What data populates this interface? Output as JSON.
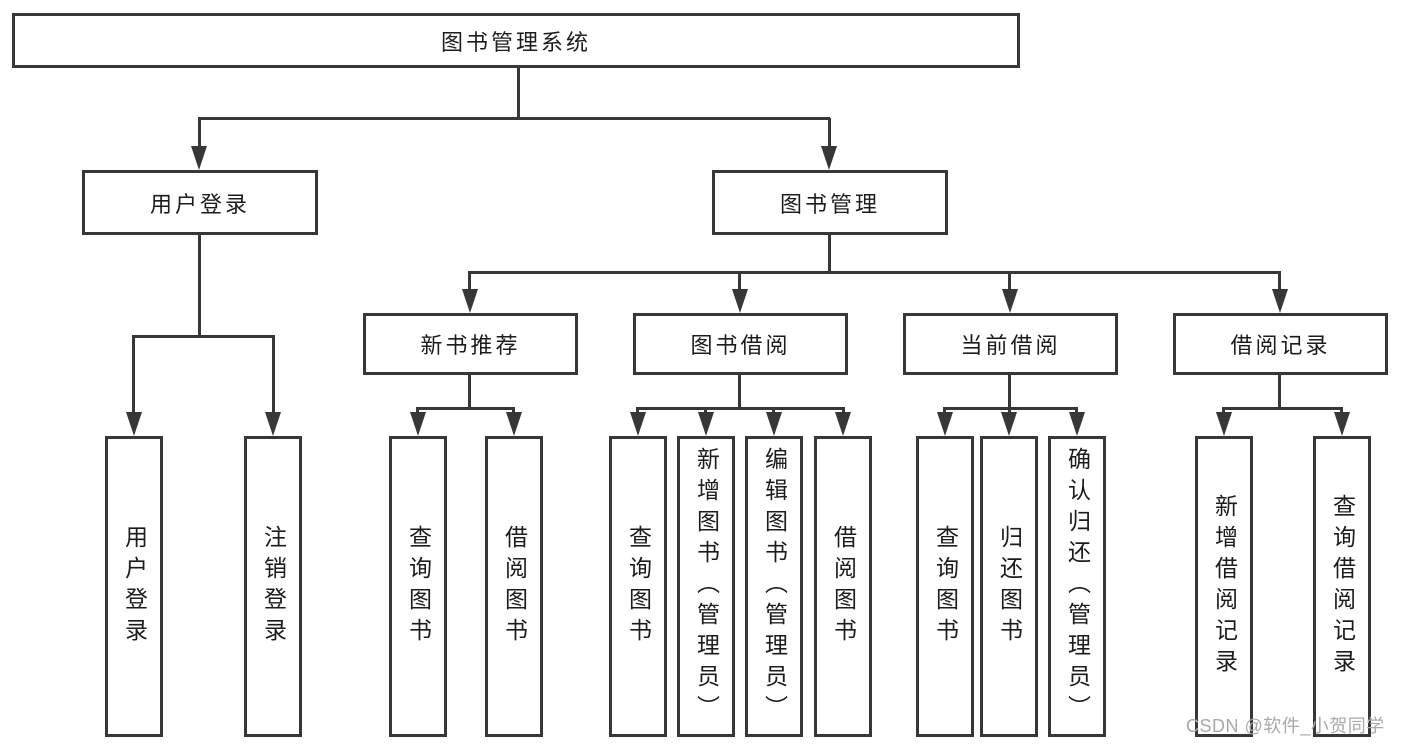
{
  "colors": {
    "background": "#ffffff",
    "line": "#373737",
    "box_border": "#373737",
    "box_fill": "#ffffff",
    "text": "#1c1c1c",
    "watermark": "#a9a9a9"
  },
  "diagram": {
    "root": {
      "label": "图书管理系统"
    },
    "branches": [
      {
        "label": "用户登录",
        "children": [
          "用户登录",
          "注销登录"
        ]
      },
      {
        "label": "图书管理",
        "children": [
          {
            "label": "新书推荐",
            "children": [
              "查询图书",
              "借阅图书"
            ]
          },
          {
            "label": "图书借阅",
            "children": [
              "查询图书",
              "新增图书（管理员）",
              "编辑图书（管理员）",
              "借阅图书"
            ]
          },
          {
            "label": "当前借阅",
            "children": [
              "查询图书",
              "归还图书",
              "确认归还（管理员）"
            ]
          },
          {
            "label": "借阅记录",
            "children": [
              "新增借阅记录",
              "查询借阅记录"
            ]
          }
        ]
      }
    ]
  },
  "watermark": {
    "text": "CSDN @软件_小贺同学"
  }
}
